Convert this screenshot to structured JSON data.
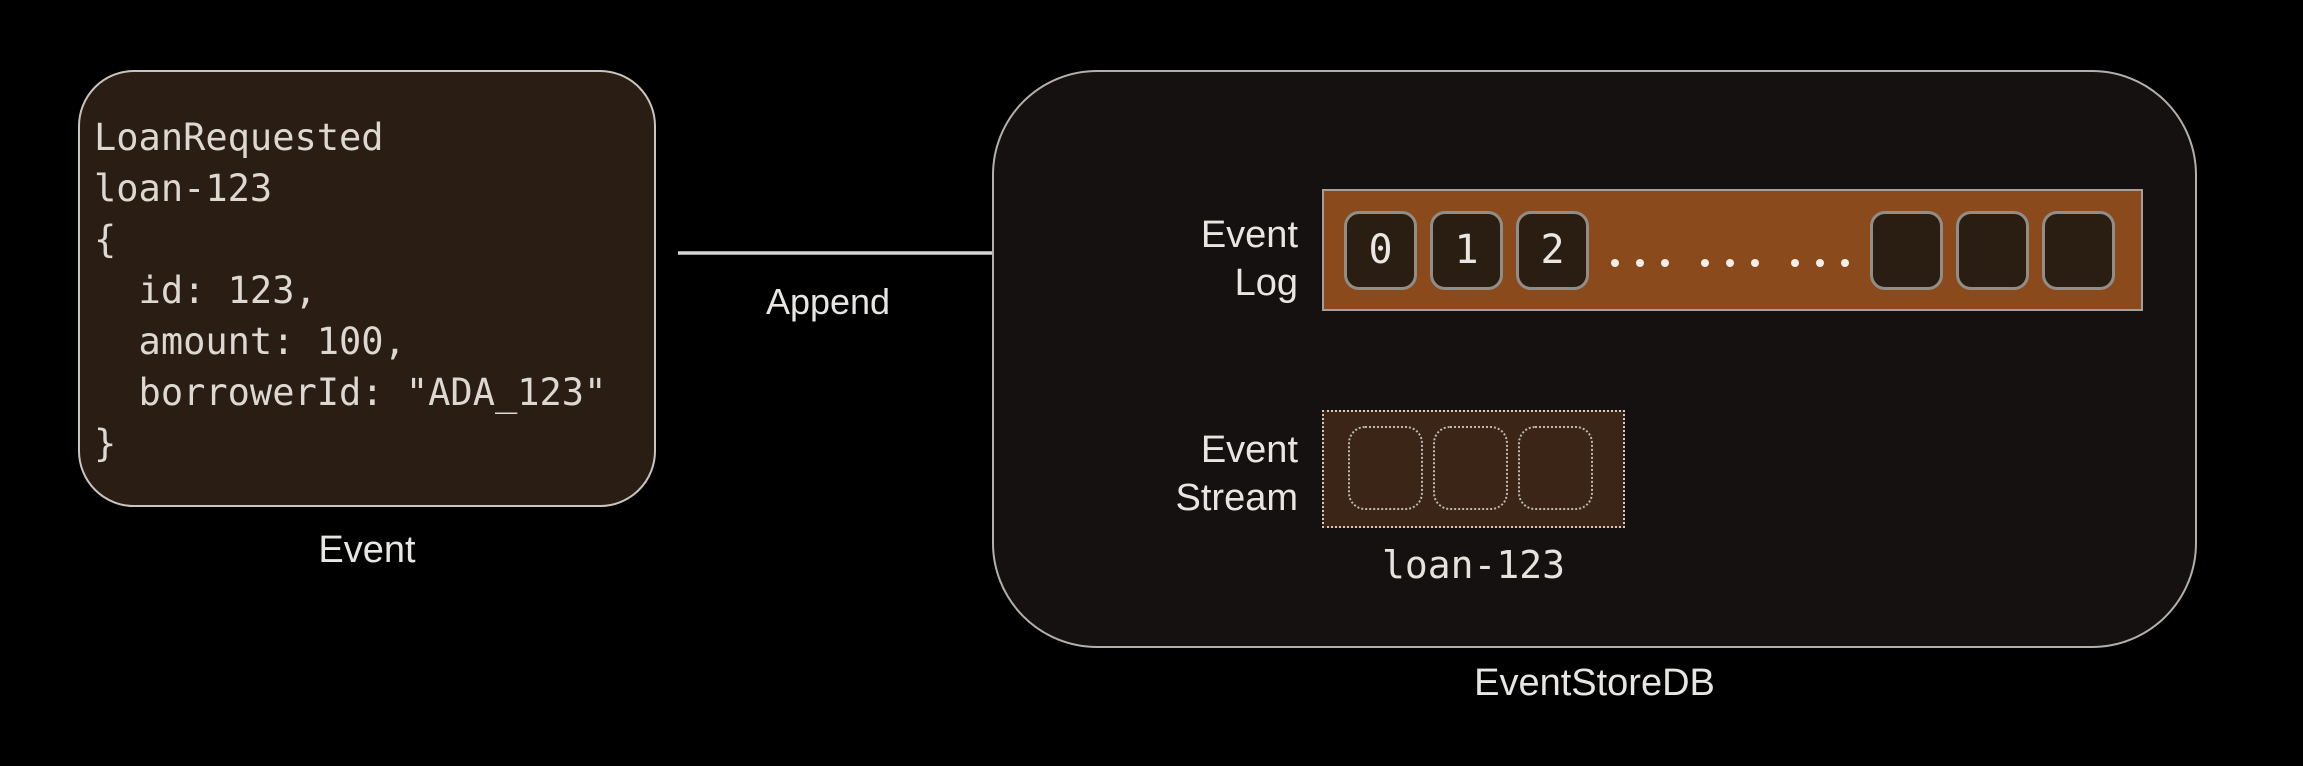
{
  "colors": {
    "background": "#000000",
    "card_bg": "#2A1D13",
    "card_border": "#C9C4BE",
    "container_bg": "#151110",
    "container_border": "#B3B0AC",
    "log_bar_bg": "#8B4A1B",
    "log_bar_border": "#A59F99",
    "log_cell_bg": "#2A1D12",
    "log_cell_border": "#918D88",
    "stream_box_bg": "#3A2517",
    "stream_border": "#D0CAC3",
    "text": "#E8E6E2",
    "code_text": "#DDD8D2",
    "arrow": "#D8D6D3"
  },
  "event_card": {
    "code_lines": [
      "LoanRequested",
      "loan-123",
      "{",
      "  id: 123,",
      "  amount: 100,",
      "  borrowerId: \"ADA_123\"",
      "}"
    ],
    "caption": "Event"
  },
  "append": {
    "label": "Append"
  },
  "eventstore": {
    "caption": "EventStoreDB",
    "event_log": {
      "label": [
        "Event",
        "Log"
      ],
      "filled_cells": [
        "0",
        "1",
        "2"
      ],
      "ellipsis_groups": 3,
      "ellipsis_dots_per_group": 3,
      "empty_cells": 3
    },
    "event_stream": {
      "label": [
        "Event",
        "Stream"
      ],
      "empty_cells": 3,
      "stream_name": "loan-123"
    }
  }
}
